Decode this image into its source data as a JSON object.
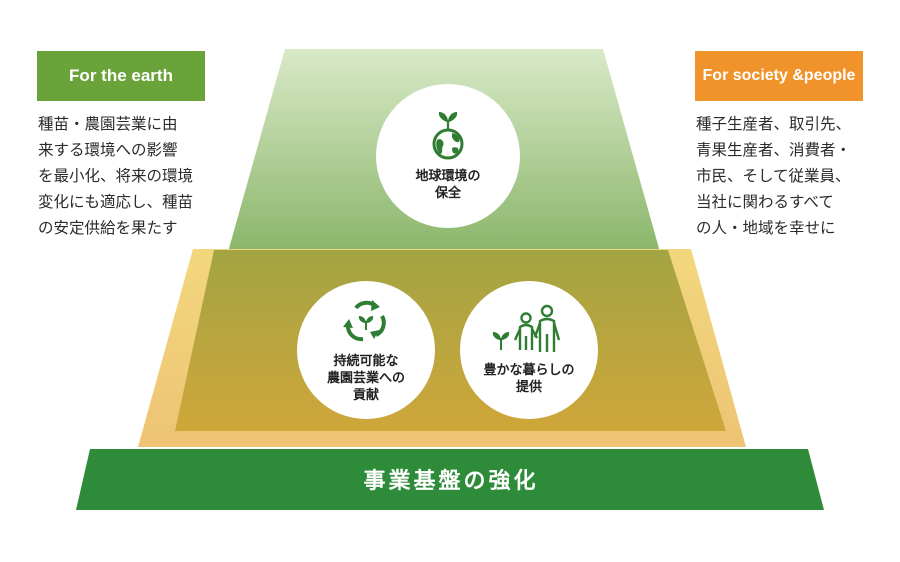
{
  "left": {
    "header": "For the earth",
    "lines": [
      "種苗・農園芸業に由",
      "来する環境への影響",
      "を最小化、将来の環境",
      "変化にも適応し、種苗",
      "の安定供給を果たす"
    ]
  },
  "right": {
    "header_lines": [
      "For society &",
      "people"
    ],
    "lines": [
      "種子生産者、取引先、",
      "青果生産者、消費者・",
      "市民、そして従業員、",
      "当社に関わるすべて",
      "の人・地域を幸せに"
    ]
  },
  "circles": {
    "earth": {
      "lines": [
        "地球環境の",
        "保全"
      ],
      "icon": "globe-sprout-icon"
    },
    "agri": {
      "lines": [
        "持続可能な",
        "農園芸業への",
        "貢献"
      ],
      "icon": "recycle-sprout-icon"
    },
    "life": {
      "lines": [
        "豊かな暮らしの",
        "提供"
      ],
      "icon": "family-sprout-icon"
    }
  },
  "foundation": {
    "label": "事業基盤の強化"
  },
  "colors": {
    "green_header": "#6aa33a",
    "orange_header": "#f0932b",
    "base_green": "#2e8b3a",
    "icon_green": "#2f7d32"
  }
}
